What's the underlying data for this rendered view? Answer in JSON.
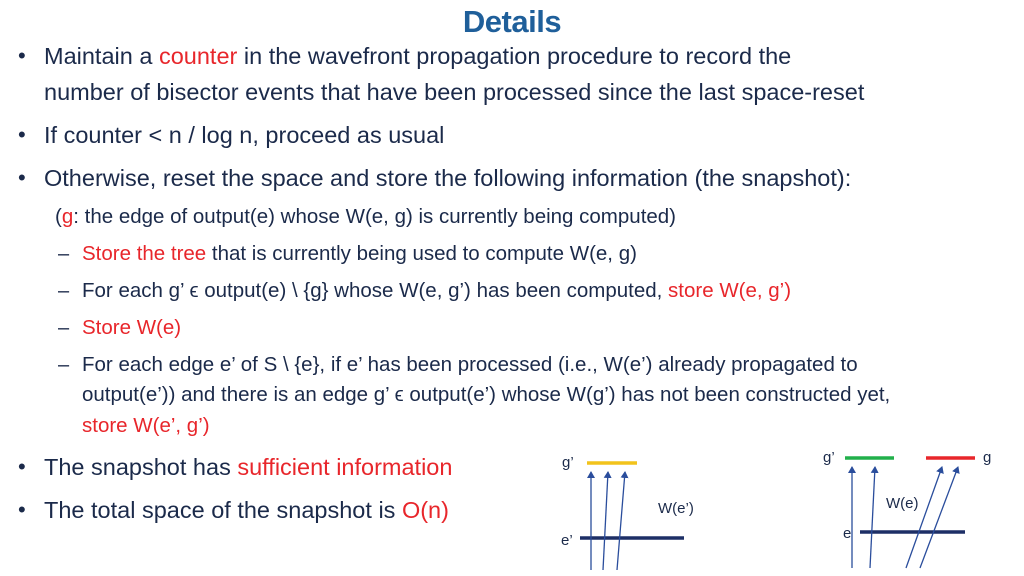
{
  "title": "Details",
  "bullets": {
    "b1": {
      "pre": "Maintain a ",
      "red": "counter",
      "post": " in the wavefront propagation procedure to record the",
      "line2": "number of bisector events that have been processed since the last space-reset"
    },
    "b2": {
      "text": "If counter < n / log n, proceed as usual"
    },
    "b3": {
      "text": "Otherwise, reset the space and store the following information (the snapshot):"
    },
    "b4": {
      "pre": "The snapshot has ",
      "red": "sufficient information"
    },
    "b5": {
      "pre": "The total space of the snapshot is ",
      "red": "O(n)"
    }
  },
  "note": {
    "open": "(",
    "red": "g",
    "rest": ": the edge of output(e) whose W(e, g) is currently being computed)"
  },
  "subitems": {
    "s1": {
      "red": "Store the tree",
      "post": " that is currently being used to compute W(e, g)"
    },
    "s2": {
      "pre": "For each g’ ϵ output(e) \\ {g} whose W(e, g’) has been computed, ",
      "red": "store W(e, g’)"
    },
    "s3": {
      "red": "Store W(e)"
    },
    "s4": {
      "line1": "For each edge e’ of S \\ {e}, if e’ has been processed (i.e., W(e’) already propagated to",
      "line2": "output(e’)) and there is an edge g’ ϵ output(e’) whose W(g’) has not been constructed yet,",
      "red3": "store W(e’, g’)"
    }
  },
  "marks": {
    "bullet": "•",
    "dash": "–"
  },
  "diagram1": {
    "top_label": "g’",
    "bottom_label": "e’",
    "mid_label": "W(e’)",
    "top_color": "#f2c31b",
    "bottom_color": "#1d2f66"
  },
  "diagram2": {
    "left_label": "g’",
    "right_label": "g",
    "bottom_label": "e",
    "mid_label": "W(e)",
    "left_color": "#22b04b",
    "right_color": "#e8262b",
    "bottom_color": "#1d2f66"
  },
  "colors": {
    "title": "#1f5f9a",
    "text": "#1b2a4a",
    "highlight": "#e8262b"
  }
}
